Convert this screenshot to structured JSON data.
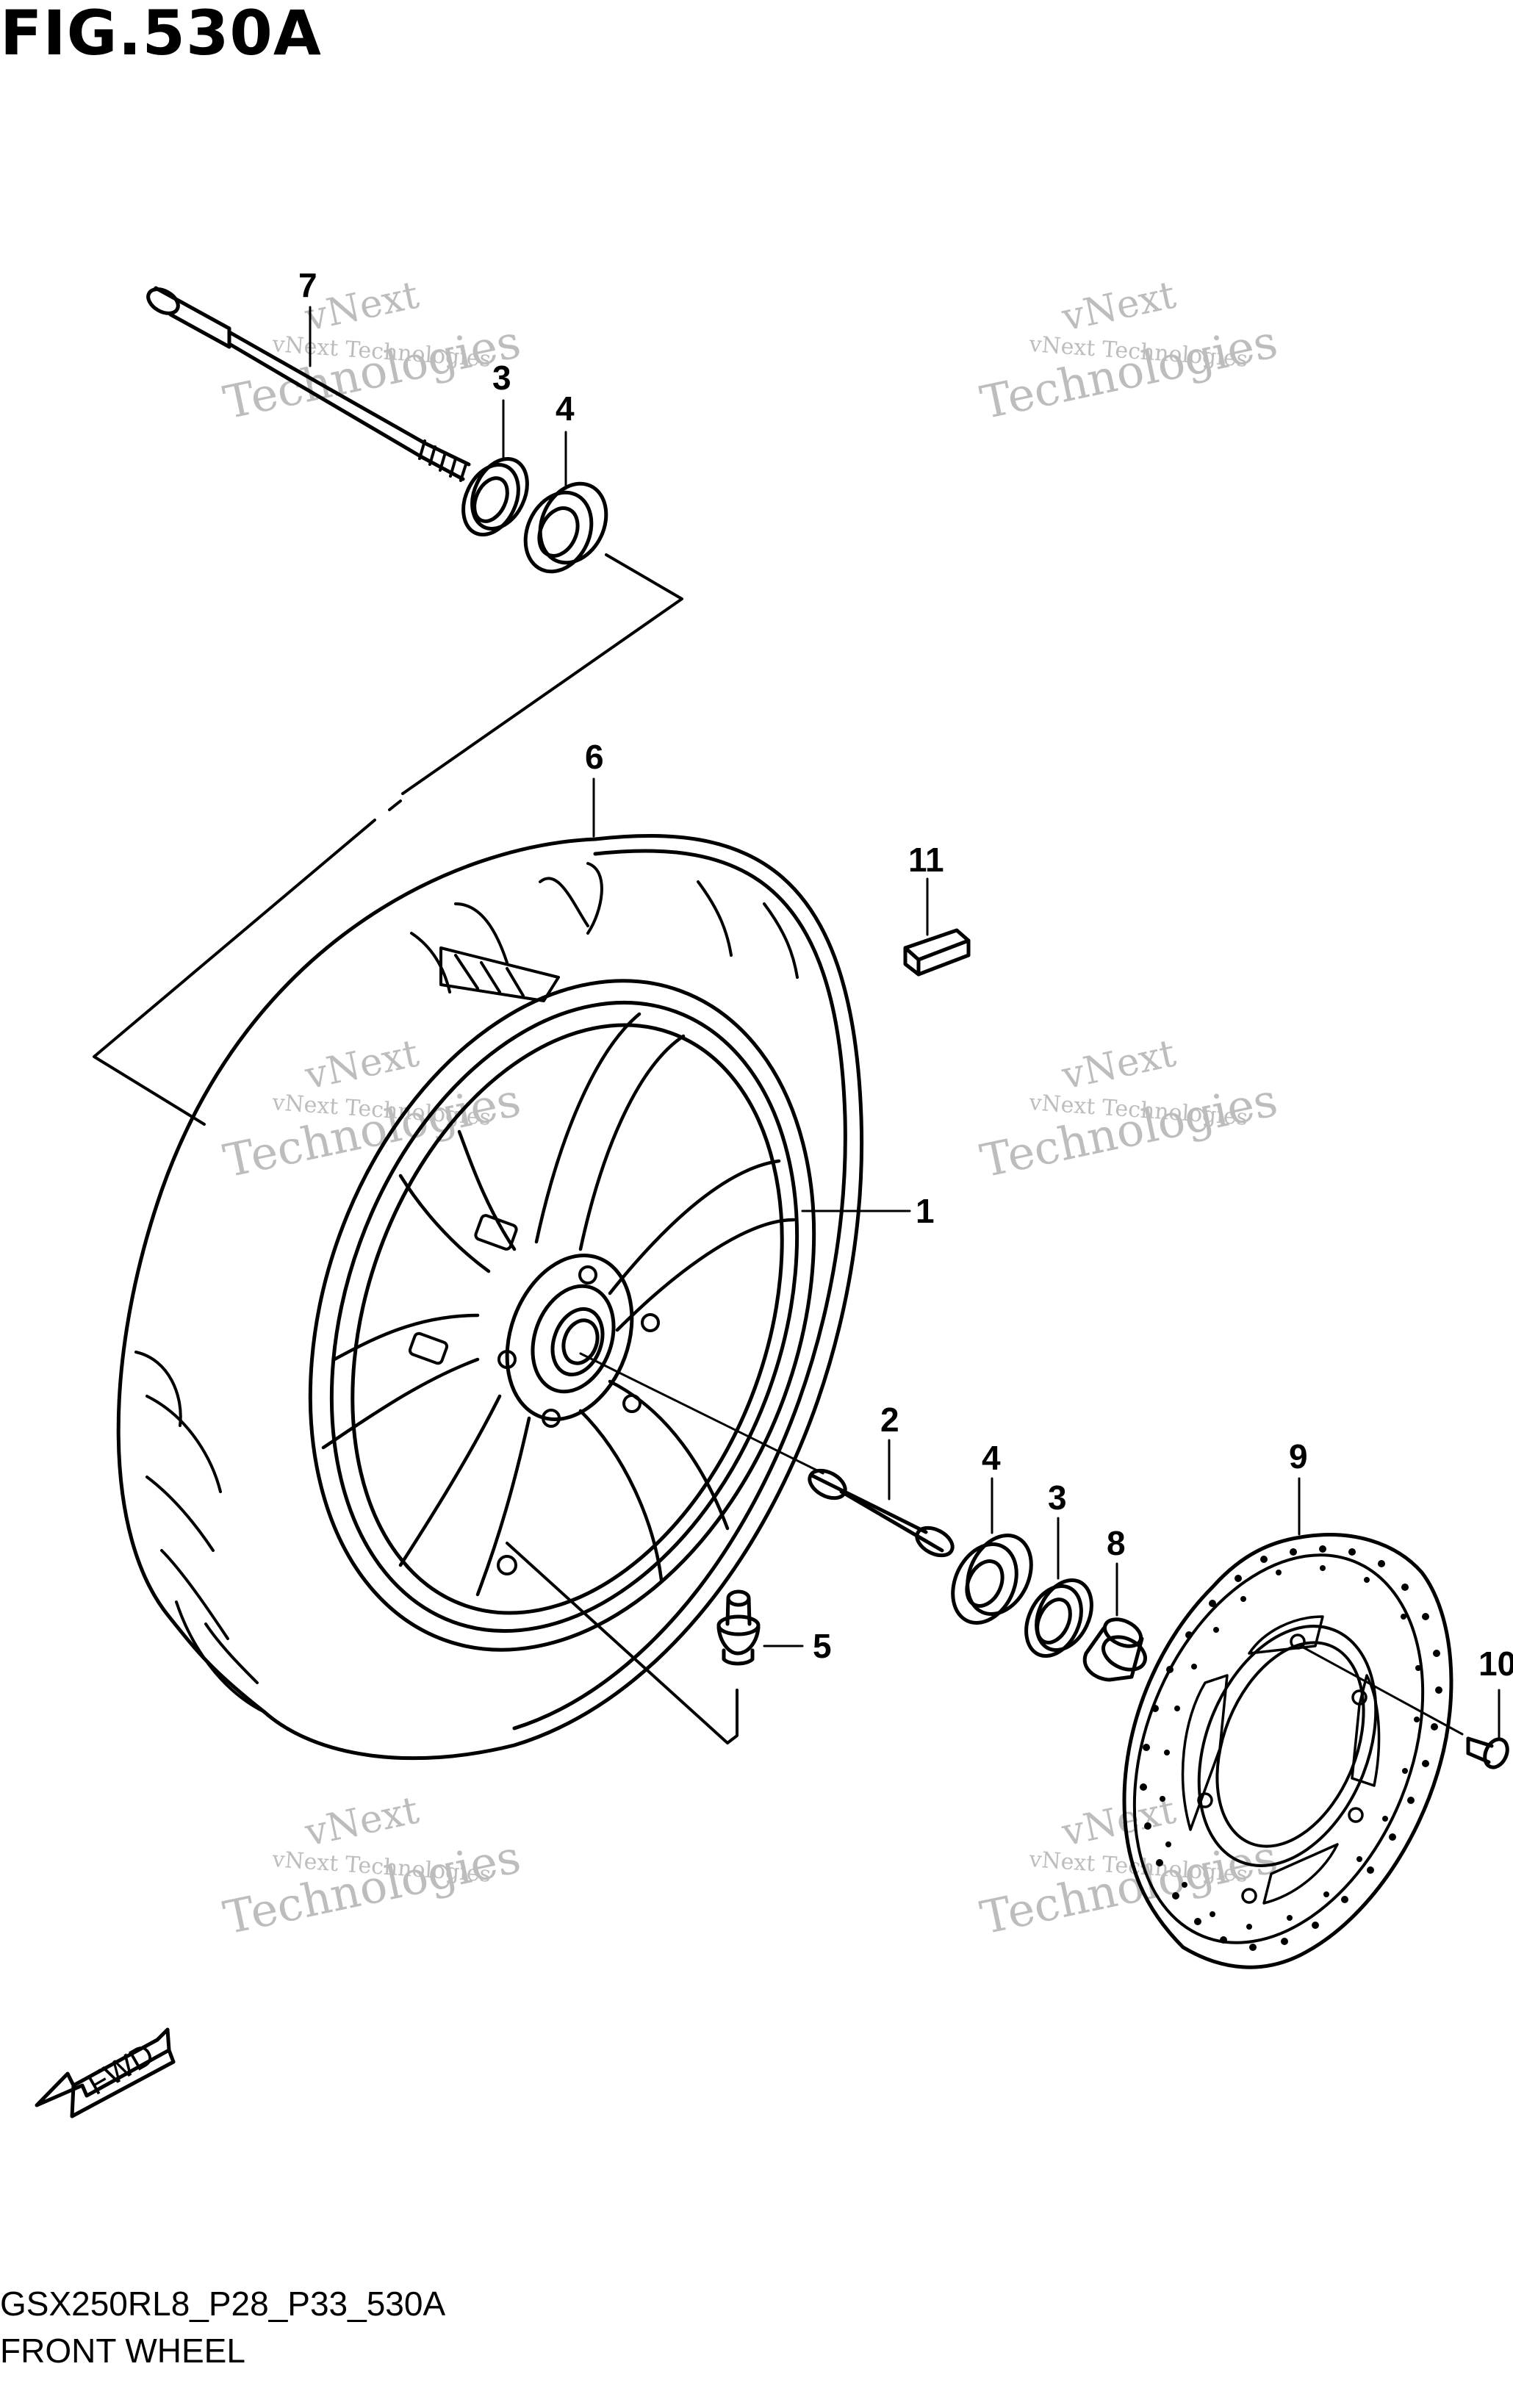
{
  "figure": {
    "title": "FIG.530A",
    "model_code": "GSX250RL8_P28_P33_530A",
    "section_name": "FRONT WHEEL"
  },
  "callouts": {
    "c1": "1",
    "c2": "2",
    "c3a": "3",
    "c3b": "3",
    "c4a": "4",
    "c4b": "4",
    "c5": "5",
    "c6": "6",
    "c7": "7",
    "c8": "8",
    "c9": "9",
    "c10": "10",
    "c11": "11"
  },
  "watermark": {
    "line1": "vNext Technologies",
    "line2": "vNext",
    "line3": "Technologies"
  },
  "direction": {
    "label": "FWD"
  }
}
